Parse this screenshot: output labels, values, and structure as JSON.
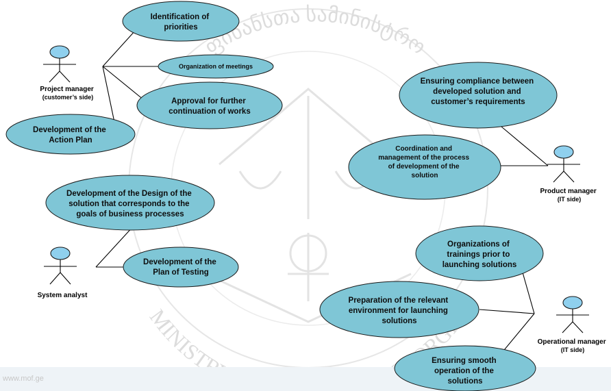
{
  "watermark": {
    "top_arc": "ფინანსთა სამინისტრო",
    "bottom_arc": "MINISTRY OF FINANCE OF GEORGIA",
    "footer": "www.mof.ge"
  },
  "colors": {
    "ellipse_fill": "#7fc6d6",
    "ellipse_stroke": "#1a1a1a",
    "actor_head": "#8fd0ee",
    "line": "#000000",
    "footer_band": "#eef3f7"
  },
  "actors": {
    "project_manager": [
      "Project manager",
      "(customer’s side)"
    ],
    "system_analyst": [
      "System analyst"
    ],
    "product_manager": [
      "Product manager",
      "(IT side)"
    ],
    "operational_manager": [
      "Operational manager",
      "(IT side)"
    ]
  },
  "use_cases": {
    "identification_of_priorities": [
      "Identification of",
      "priorities"
    ],
    "organization_of_meetings": [
      "Organization of meetings"
    ],
    "approval_for_further_continuation": [
      "Approval for further",
      "continuation of works"
    ],
    "development_of_action_plan": [
      "Development of the",
      "Action Plan"
    ],
    "development_of_design": [
      "Development of the Design of the",
      "solution that corresponds to the",
      "goals of business processes"
    ],
    "development_of_plan_of_testing": [
      "Development of the",
      "Plan of Testing"
    ],
    "ensuring_compliance": [
      "Ensuring compliance between",
      "developed solution and",
      "customer’s requirements"
    ],
    "coordination_and_management": [
      "Coordination and",
      "management of the process",
      "of development of the",
      "solution"
    ],
    "organizations_of_trainings": [
      "Organizations of",
      "trainings prior to",
      "launching solutions"
    ],
    "preparation_of_environment": [
      "Preparation of the relevant",
      "environment for launching",
      "solutions"
    ],
    "ensuring_smooth_operation": [
      "Ensuring smooth",
      "operation of the",
      "solutions"
    ]
  }
}
